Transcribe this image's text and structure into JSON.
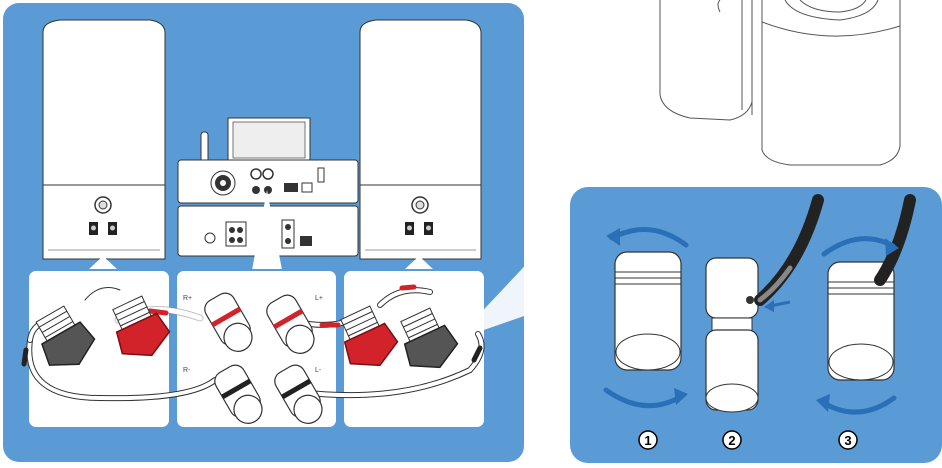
{
  "amp_labels": {
    "r_plus": "R+",
    "l_plus": "L+",
    "r_minus": "R-",
    "l_minus": "L-"
  },
  "steps": [
    {
      "number": "1"
    },
    {
      "number": "2"
    },
    {
      "number": "3"
    }
  ],
  "colors": {
    "panel_blue": "#5b9bd5",
    "arrow_blue": "#2a6fb7",
    "terminal_red": "#d2232a",
    "terminal_black": "#555555",
    "outline": "#333333"
  }
}
